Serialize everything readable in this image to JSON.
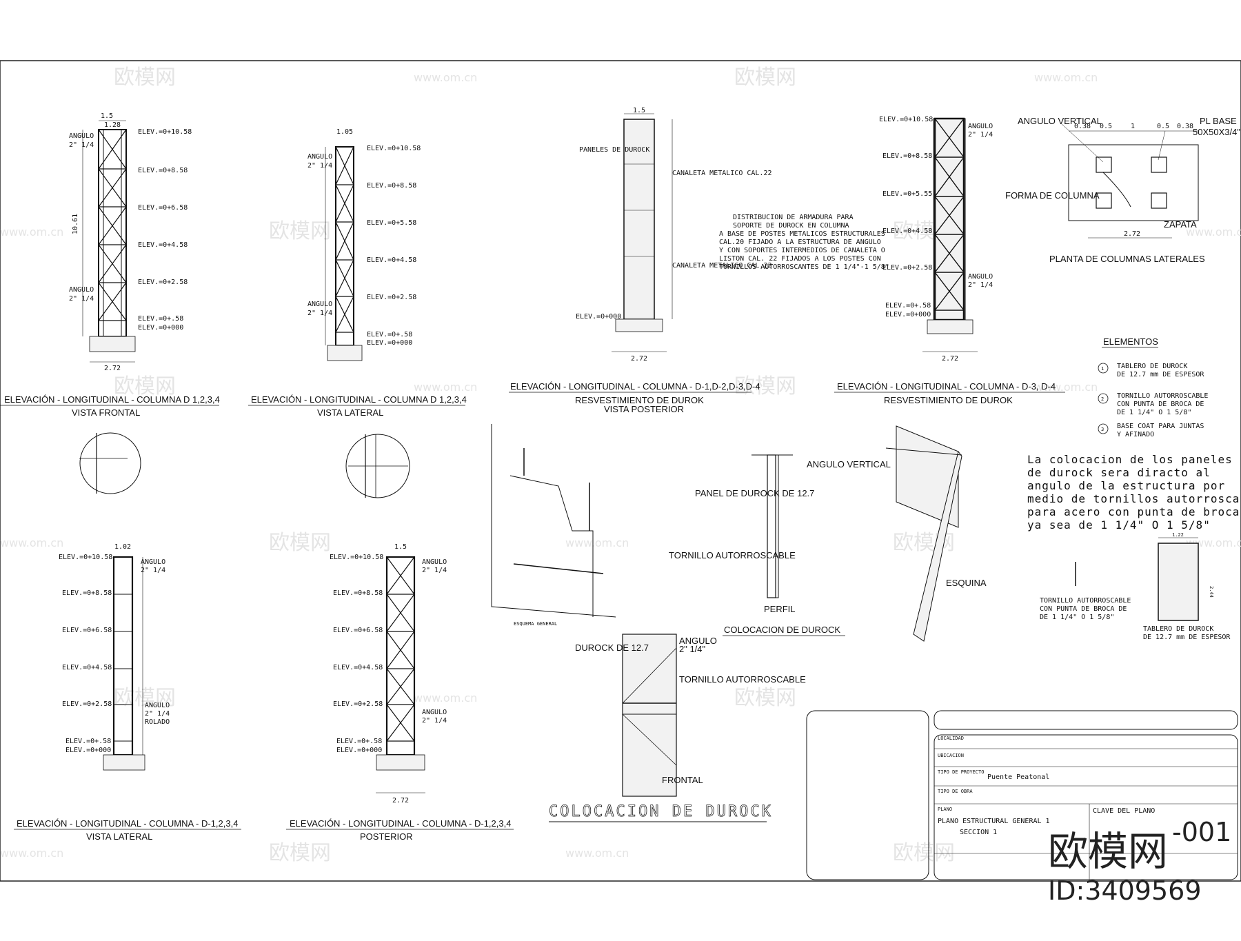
{
  "sheet": {
    "watermark_site": "www.om.cn",
    "watermark_brand": "欧模网",
    "stamp_brand": "欧模网",
    "stamp_id": "ID:3409569"
  },
  "elevations": {
    "frontal": {
      "title": "ELEVACIÓN - LONGITUDINAL - COLUMNA D 1,2,3,4",
      "subtitle": "VISTA FRONTAL",
      "levels": [
        "ELEV.=0+10.58",
        "ELEV.=0+8.58",
        "ELEV.=0+6.58",
        "ELEV.=0+4.58",
        "ELEV.=0+2.58",
        "ELEV.=0+.58",
        "ELEV.=0+000"
      ],
      "angle_label": "ANGULO",
      "angle_size": "2\" 1/4",
      "dim_top": "1.5",
      "dim_top2": "1.28",
      "dim_height": "10.61",
      "dim_bottom": "2.72"
    },
    "lateral": {
      "title": "ELEVACIÓN - LONGITUDINAL - COLUMNA D 1,2,3,4",
      "subtitle": "VISTA LATERAL",
      "levels": [
        "ELEV.=0+10.58",
        "ELEV.=0+8.58",
        "ELEV.=0+5.58",
        "ELEV.=0+4.58",
        "ELEV.=0+2.58",
        "ELEV.=0+.58",
        "ELEV.=0+000"
      ],
      "dim_top": "1.05"
    },
    "posterior_durock": {
      "title": "ELEVACIÓN - LONGITUDINAL - COLUMNA - D-1,D-2,D-3,D-4",
      "subtitle": "RESVESTIMIENTO DE DUROK",
      "subtitle2": "VISTA POSTERIOR",
      "panel_label": "PANELES DE DUROCK",
      "channel_label_1": "CANALETA METALICO CAL.22",
      "channel_label_2": "CANALETA METALICO CAL.22",
      "level_bottom": "ELEV.=0+000",
      "dim_top": "1.5",
      "dim_bottom": "2.72"
    },
    "d3d4": {
      "title": "ELEVACIÓN - LONGITUDINAL - COLUMNA - D-3, D-4",
      "subtitle": "RESVESTIMIENTO DE DUROK",
      "levels": [
        "ELEV.=0+10.58",
        "ELEV.=0+8.58",
        "ELEV.=0+5.55",
        "ELEV.=0+4.58",
        "ELEV.=0+2.58",
        "ELEV.=0+.58",
        "ELEV.=0+000"
      ],
      "dim_bottom": "2.72"
    },
    "lateral2": {
      "title": "ELEVACIÓN - LONGITUDINAL - COLUMNA - D-1,2,3,4",
      "subtitle": "VISTA LATERAL",
      "levels": [
        "ELEV.=0+10.58",
        "ELEV.=0+8.58",
        "ELEV.=0+6.58",
        "ELEV.=0+4.58",
        "ELEV.=0+2.58",
        "ELEV.=0+.58",
        "ELEV.=0+000"
      ],
      "dim_top": "1.02",
      "rolado": "ROLADO"
    },
    "posterior": {
      "title": "ELEVACIÓN - LONGITUDINAL - COLUMNA - D-1,2,3,4",
      "subtitle": "POSTERIOR",
      "levels": [
        "ELEV.=0+10.58",
        "ELEV.=0+8.58",
        "ELEV.=0+6.58",
        "ELEV.=0+4.58",
        "ELEV.=0+2.58",
        "ELEV.=0+.58",
        "ELEV.=0+000"
      ],
      "dim_top": "1.5",
      "dim_bottom": "2.72"
    }
  },
  "distribution_note": {
    "title": "DISTRIBUCION DE ARMADURA PARA",
    "lines": [
      "SOPORTE DE DUROCK EN COLUMNA",
      "A BASE DE POSTES METALICOS ESTRUCTURALES",
      "CAL.20 FIJADO A LA ESTRUCTURA DE ANGULO",
      "Y CON SOPORTES INTERMEDIOS DE CANALETA O",
      "LISTON CAL. 22 FIJADOS A LOS POSTES CON",
      "TORNILLOS AUTORROSCANTES DE 1 1/4\"-1 5/8\""
    ]
  },
  "plan": {
    "title": "PLANTA DE COLUMNAS LATERALES",
    "angle_label": "ANGULO VERTICAL",
    "plate_label": "PL BASE",
    "plate_size": "50X50X3/4\"",
    "form_label": "FORMA DE COLUMNA",
    "footing_label": "ZAPATA",
    "dims": [
      "0.38",
      "0.5",
      "1",
      "0.5",
      "0.38"
    ],
    "dim_bottom": "2.72"
  },
  "elements": {
    "title": "ELEMENTOS",
    "items": [
      {
        "num": "1",
        "text": "TABLERO DE DUROCK",
        "text2": "DE 12.7 mm DE ESPESOR"
      },
      {
        "num": "2",
        "text": "TORNILLO AUTORROSCABLE",
        "text2": "CON PUNTA DE BROCA DE",
        "text3": "DE 1 1/4\" O 1 5/8\""
      },
      {
        "num": "3",
        "text": "BASE COAT PARA JUNTAS",
        "text2": "Y AFINADO"
      }
    ]
  },
  "placement_note": {
    "lines": [
      "La colocacion de los paneles",
      "de durock sera diracto al",
      "angulo de la estructura por",
      "medio de tornillos autorroscables",
      "para acero con punta de broca",
      "ya sea de 1 1/4\" O 1 5/8\""
    ]
  },
  "screw_detail": {
    "lines": [
      "TORNILLO AUTORROSCABLE",
      "CON PUNTA DE BROCA DE",
      "DE 1 1/4\" O 1 5/8\""
    ]
  },
  "board_detail": {
    "width": "1.22",
    "height": "2.44",
    "lines": [
      "TABLERO DE DUROCK",
      "DE 12.7 mm DE ESPESOR"
    ]
  },
  "perfil": {
    "panel_label": "PANEL DE DUROCK DE 12.7",
    "angle_label": "ANGULO VERTICAL",
    "screw_label": "TORNILLO AUTORROSCABLE",
    "view_label": "PERFIL",
    "caption": "COLOCACION DE DUROCK"
  },
  "frontal_detail": {
    "durock_label": "DUROCK DE 12.7",
    "angle_label": "ANGULO",
    "angle_size": "2\" 1/4\"",
    "screw_label": "TORNILLO AUTORROSCABLE",
    "view_label": "FRONTAL",
    "caption": "COLOCACION DE DUROCK"
  },
  "corner": {
    "label": "ESQUINA"
  },
  "esquema": {
    "label": "ESQUEMA GENERAL"
  },
  "title_block": {
    "localidad": "LOCALIDAD",
    "ubicacion": "UBICACION",
    "tipo_proyecto": "TIPO DE PROYECTO",
    "proyecto": "Puente Peatonal",
    "tipo_obra": "TIPO DE OBRA",
    "plano": "PLANO",
    "plano_nombre": "PLANO ESTRUCTURAL GENERAL 1",
    "seccion": "SECCION 1",
    "clave_label": "CLAVE DEL PLANO",
    "clave": "-001"
  }
}
